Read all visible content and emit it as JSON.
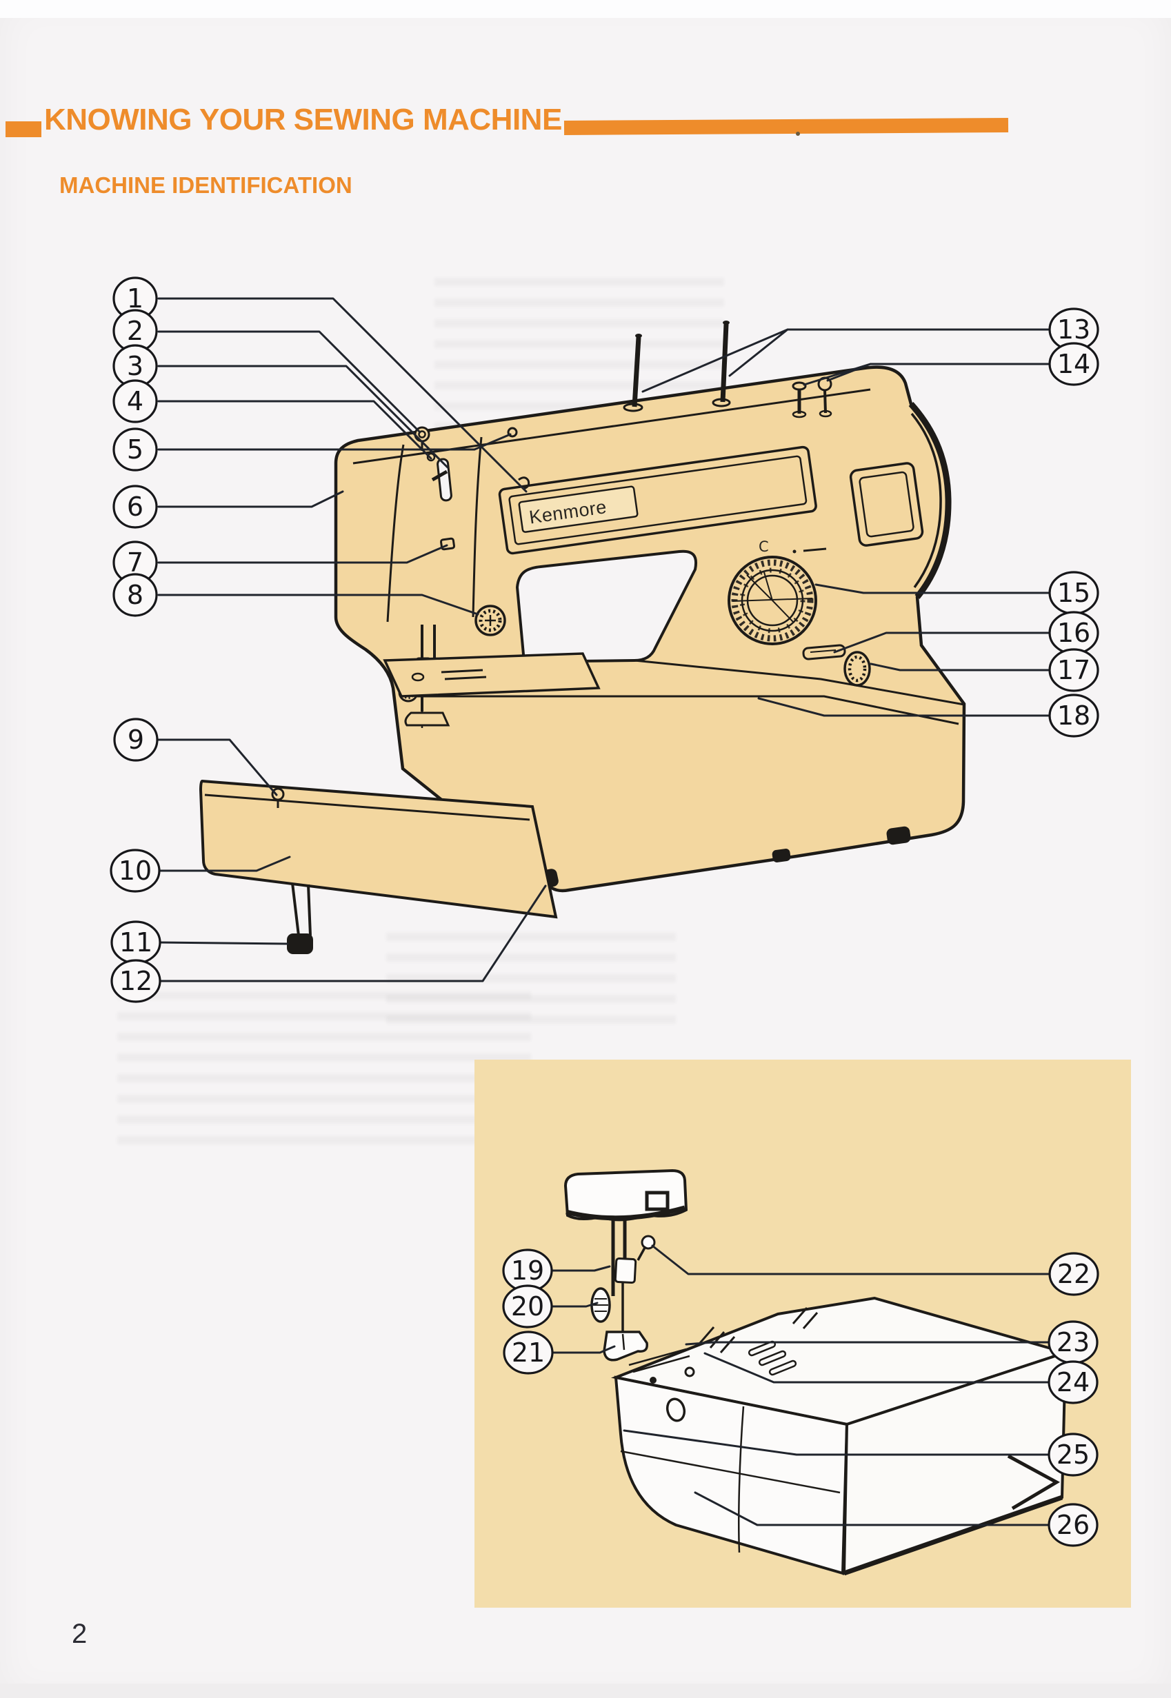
{
  "page": {
    "header_title": "KNOWING YOUR SEWING MACHINE",
    "section_title": "MACHINE IDENTIFICATION",
    "page_number": "2"
  },
  "diagram": {
    "brand_label": "Kenmore",
    "dial_letter": "C",
    "callout_numbers": {
      "main_machine": [
        "1",
        "2",
        "3",
        "4",
        "5",
        "6",
        "7",
        "8",
        "9",
        "10",
        "11",
        "12",
        "13",
        "14",
        "15",
        "16",
        "17",
        "18"
      ],
      "needle_area_inset": [
        "19",
        "20",
        "21",
        "22",
        "23",
        "24",
        "25",
        "26"
      ]
    }
  },
  "colors": {
    "accent_orange": "#ee8c2b",
    "machine_body_tan": "#f3d7a0",
    "inset_background_tan": "#f3ddab",
    "ink_black": "#1d1b18",
    "page_background": "#f6f4f5"
  }
}
